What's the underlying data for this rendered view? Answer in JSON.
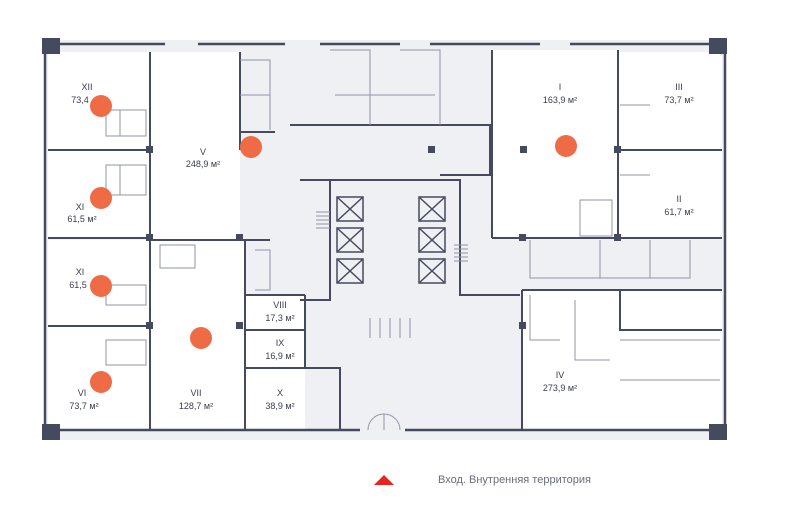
{
  "colors": {
    "wall": "#454a5e",
    "thin": "#8f95a6",
    "marker": "#ee6b45",
    "entrance": "#e8241b"
  },
  "rooms": [
    {
      "id": "xii",
      "name": "XII",
      "area": "73,4",
      "marker": true
    },
    {
      "id": "xi-a",
      "name": "XI",
      "area": "61,5 м²",
      "marker": true
    },
    {
      "id": "xi-b",
      "name": "XI",
      "area": "61,5",
      "marker": true
    },
    {
      "id": "vi",
      "name": "VI",
      "area": "73,7 м²",
      "marker": true
    },
    {
      "id": "v",
      "name": "V",
      "area": "248,9 м²",
      "marker": true
    },
    {
      "id": "vii",
      "name": "VII",
      "area": "128,7 м²",
      "marker": true
    },
    {
      "id": "viii",
      "name": "VIII",
      "area": "17,3 м²",
      "marker": false
    },
    {
      "id": "ix",
      "name": "IX",
      "area": "16,9 м²",
      "marker": false
    },
    {
      "id": "x",
      "name": "X",
      "area": "38,9 м²",
      "marker": false
    },
    {
      "id": "i",
      "name": "I",
      "area": "163,9 м²",
      "marker": true
    },
    {
      "id": "iii",
      "name": "III",
      "area": "73,7 м²",
      "marker": false
    },
    {
      "id": "ii",
      "name": "II",
      "area": "61,7 м²",
      "marker": false
    },
    {
      "id": "iv",
      "name": "IV",
      "area": "273,9 м²",
      "marker": false
    }
  ],
  "legend": {
    "entrance_label": "Вход. Внутренняя территория",
    "entrance_icon": "triangle-icon"
  }
}
